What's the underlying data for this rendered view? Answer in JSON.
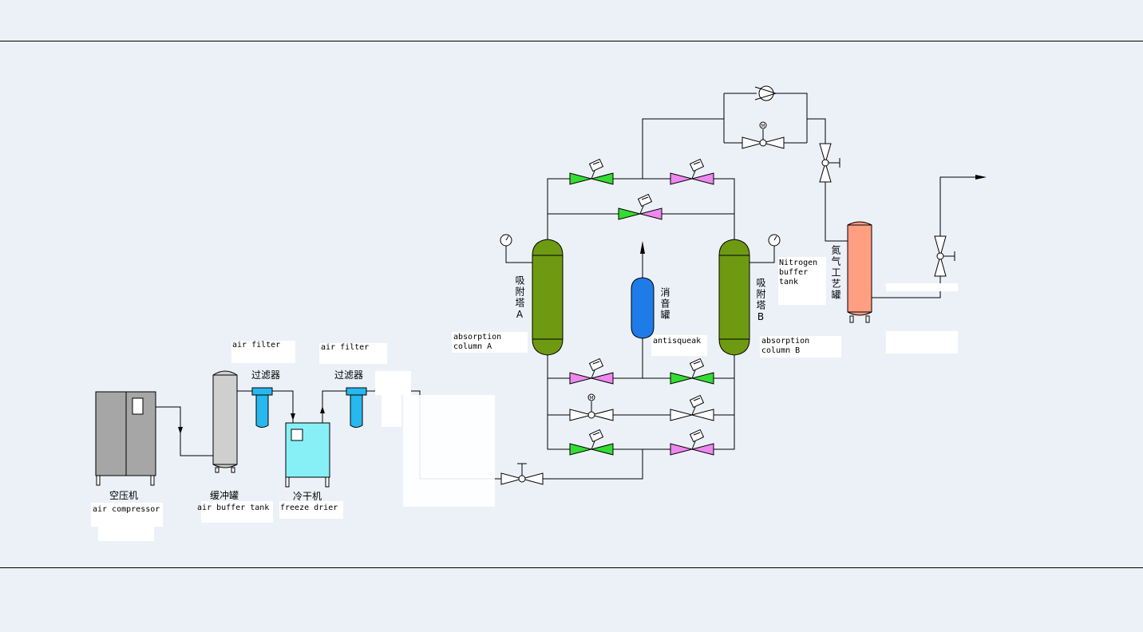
{
  "labels": {
    "air_compressor_cn": "空压机",
    "air_compressor_en": "air compressor",
    "buffer_tank_cn": "缓冲罐",
    "buffer_tank_en": "air buffer tank",
    "filter1_en": "air filter",
    "filter1_cn": "过滤器",
    "filter2_en": "air filter",
    "filter2_cn": "过滤器",
    "freeze_drier_cn": "冷干机",
    "freeze_drier_en": "freeze drier",
    "column_a_cn": "吸附塔A",
    "column_a_en_1": "absorption",
    "column_a_en_2": "column A",
    "column_b_cn": "吸附塔B",
    "column_b_en_1": "absorption",
    "column_b_en_2": "column B",
    "muffler_cn": "消音罐",
    "muffler_en": "antisqueak",
    "nitrogen_tank_cn": "氮气工艺罐",
    "nitrogen_tank_en_1": "Nitrogen",
    "nitrogen_tank_en_2": "buffer",
    "nitrogen_tank_en_3": "tank"
  },
  "colors": {
    "background": "#ecf1f8",
    "line": "#000000",
    "compressor": "#a6a6a6",
    "buffer_tank": "#cfcfcf",
    "filter": "#27b8ef",
    "freeze_drier": "#87f0f7",
    "column": "#6e9a12",
    "muffler": "#1f7be8",
    "nitrogen_tank": "#ff9e80",
    "valve_green": "#33dd33",
    "valve_pink": "#ee88ee",
    "valve_white": "#ffffff"
  }
}
